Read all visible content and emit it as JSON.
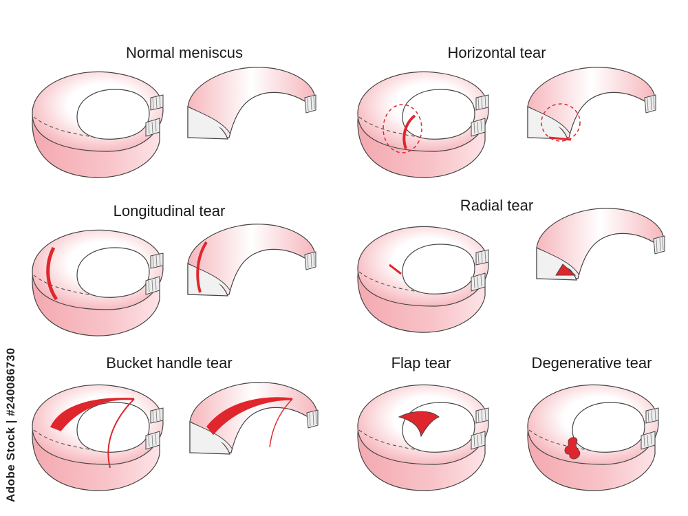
{
  "panels": [
    {
      "label": "Normal meniscus"
    },
    {
      "label": "Horizontal tear"
    },
    {
      "label": "Longitudinal tear"
    },
    {
      "label": "Radial tear"
    },
    {
      "label": "Bucket handle tear"
    },
    {
      "label": "Flap tear"
    },
    {
      "label": "Degenerative tear"
    }
  ],
  "watermark": "Adobe Stock | #240086730",
  "colors": {
    "meniscus_fill": "#f6b7bd",
    "meniscus_highlight": "#ffffff",
    "cut_surface": "#f1f1f1",
    "outline": "#444444",
    "tear": "#e0262d"
  }
}
